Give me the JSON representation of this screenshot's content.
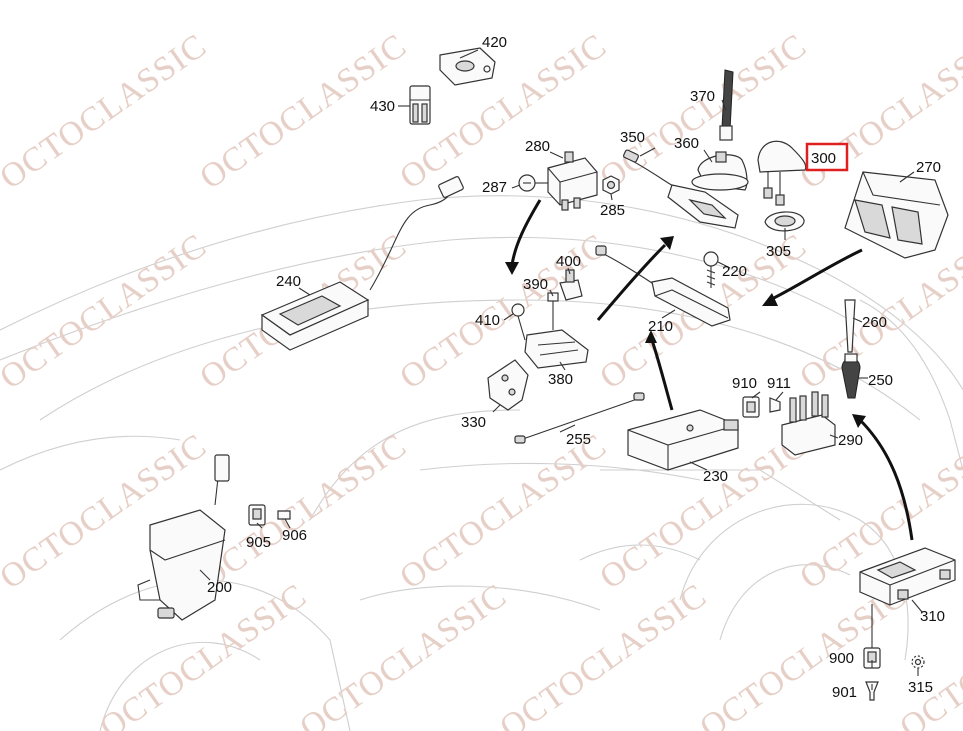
{
  "watermark": {
    "text": "OCTOCLASSIC",
    "color": "#e6cfc6"
  },
  "highlight": {
    "label": "300",
    "color": "#e01f1f"
  },
  "labels": {
    "p420": "420",
    "p430": "430",
    "p280": "280",
    "p287": "287",
    "p285": "285",
    "p350": "350",
    "p360": "360",
    "p370": "370",
    "p300": "300",
    "p305": "305",
    "p270": "270",
    "p240": "240",
    "p220": "220",
    "p390": "390",
    "p400": "400",
    "p410": "410",
    "p380": "380",
    "p330": "330",
    "p210": "210",
    "p260": "260",
    "p250": "250",
    "p910": "910",
    "p911": "911",
    "p255": "255",
    "p230": "230",
    "p290": "290",
    "p905": "905",
    "p906": "906",
    "p200": "200",
    "p310": "310",
    "p900": "900",
    "p901": "901",
    "p315": "315"
  }
}
